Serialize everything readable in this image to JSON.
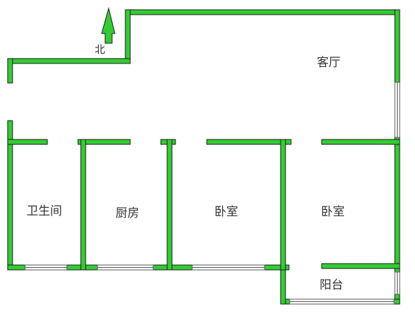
{
  "compass": {
    "label": "北"
  },
  "rooms": {
    "living_room": "客厅",
    "bathroom": "卫生间",
    "kitchen": "厨房",
    "bedroom_1": "卧室",
    "bedroom_2": "卧室",
    "balcony": "阳台"
  },
  "colors": {
    "wall": "#33cc33",
    "outline": "#1a1a1a",
    "text": "#333333"
  }
}
